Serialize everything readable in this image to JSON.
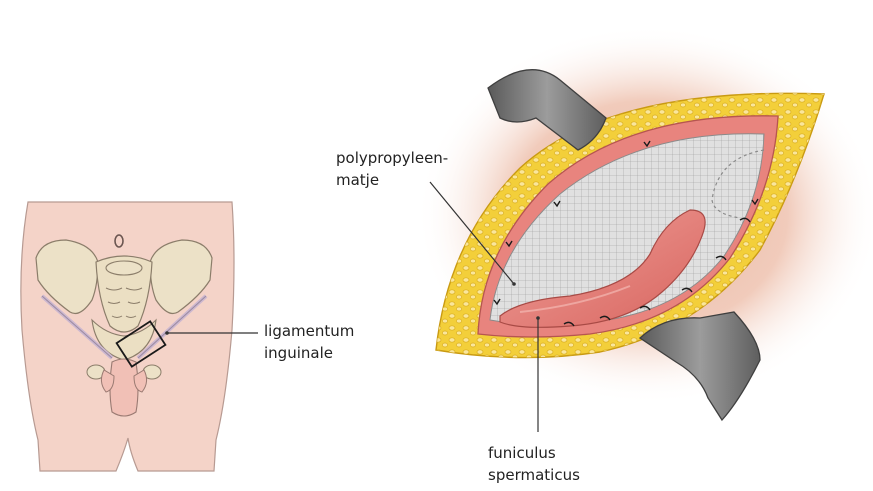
{
  "labels": {
    "mesh_line1": "polypropyleen-",
    "mesh_line2": "matje",
    "ligament_line1": "ligamentum",
    "ligament_line2": "inguinale",
    "cord_line1": "funiculus",
    "cord_line2": "spermaticus"
  },
  "colors": {
    "skin": "#f4d3c8",
    "bone": "#e9dcc0",
    "fat": "#f3cf3a",
    "muscle": "#e8847e",
    "mesh": "#d9d9d9",
    "cord": "#e07a74",
    "retractor": "#6e6e6e"
  }
}
